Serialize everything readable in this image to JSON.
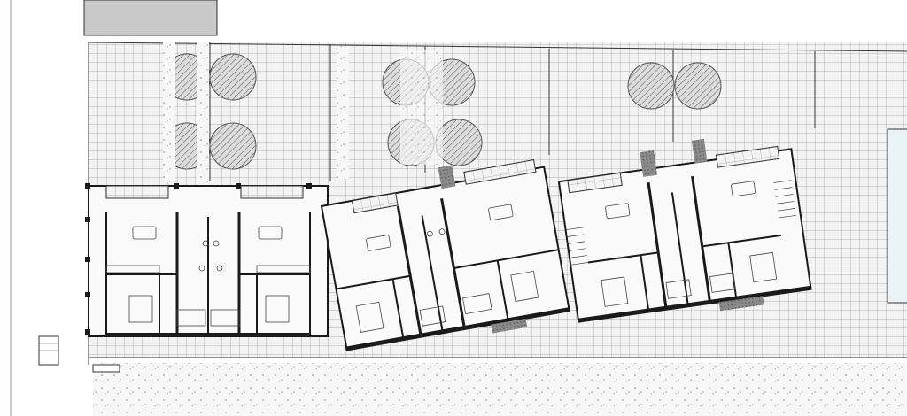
{
  "drawing": {
    "type": "architectural-site-plan",
    "units_count": 8,
    "colors": {
      "background": "#ffffff",
      "tile_fill": "#f3f3f3",
      "tile_line": "#9c9c9c",
      "wall": "#1a1a1a",
      "gravel": "#f7f7f7",
      "tree_hatch": "#555555",
      "pool": "#e9f4f9",
      "building_neighbor": "#c8c8c8"
    },
    "icons": [
      "tree-symbol",
      "dining-table-symbol",
      "bed-symbol",
      "staircase-symbol",
      "wc-symbol"
    ]
  }
}
